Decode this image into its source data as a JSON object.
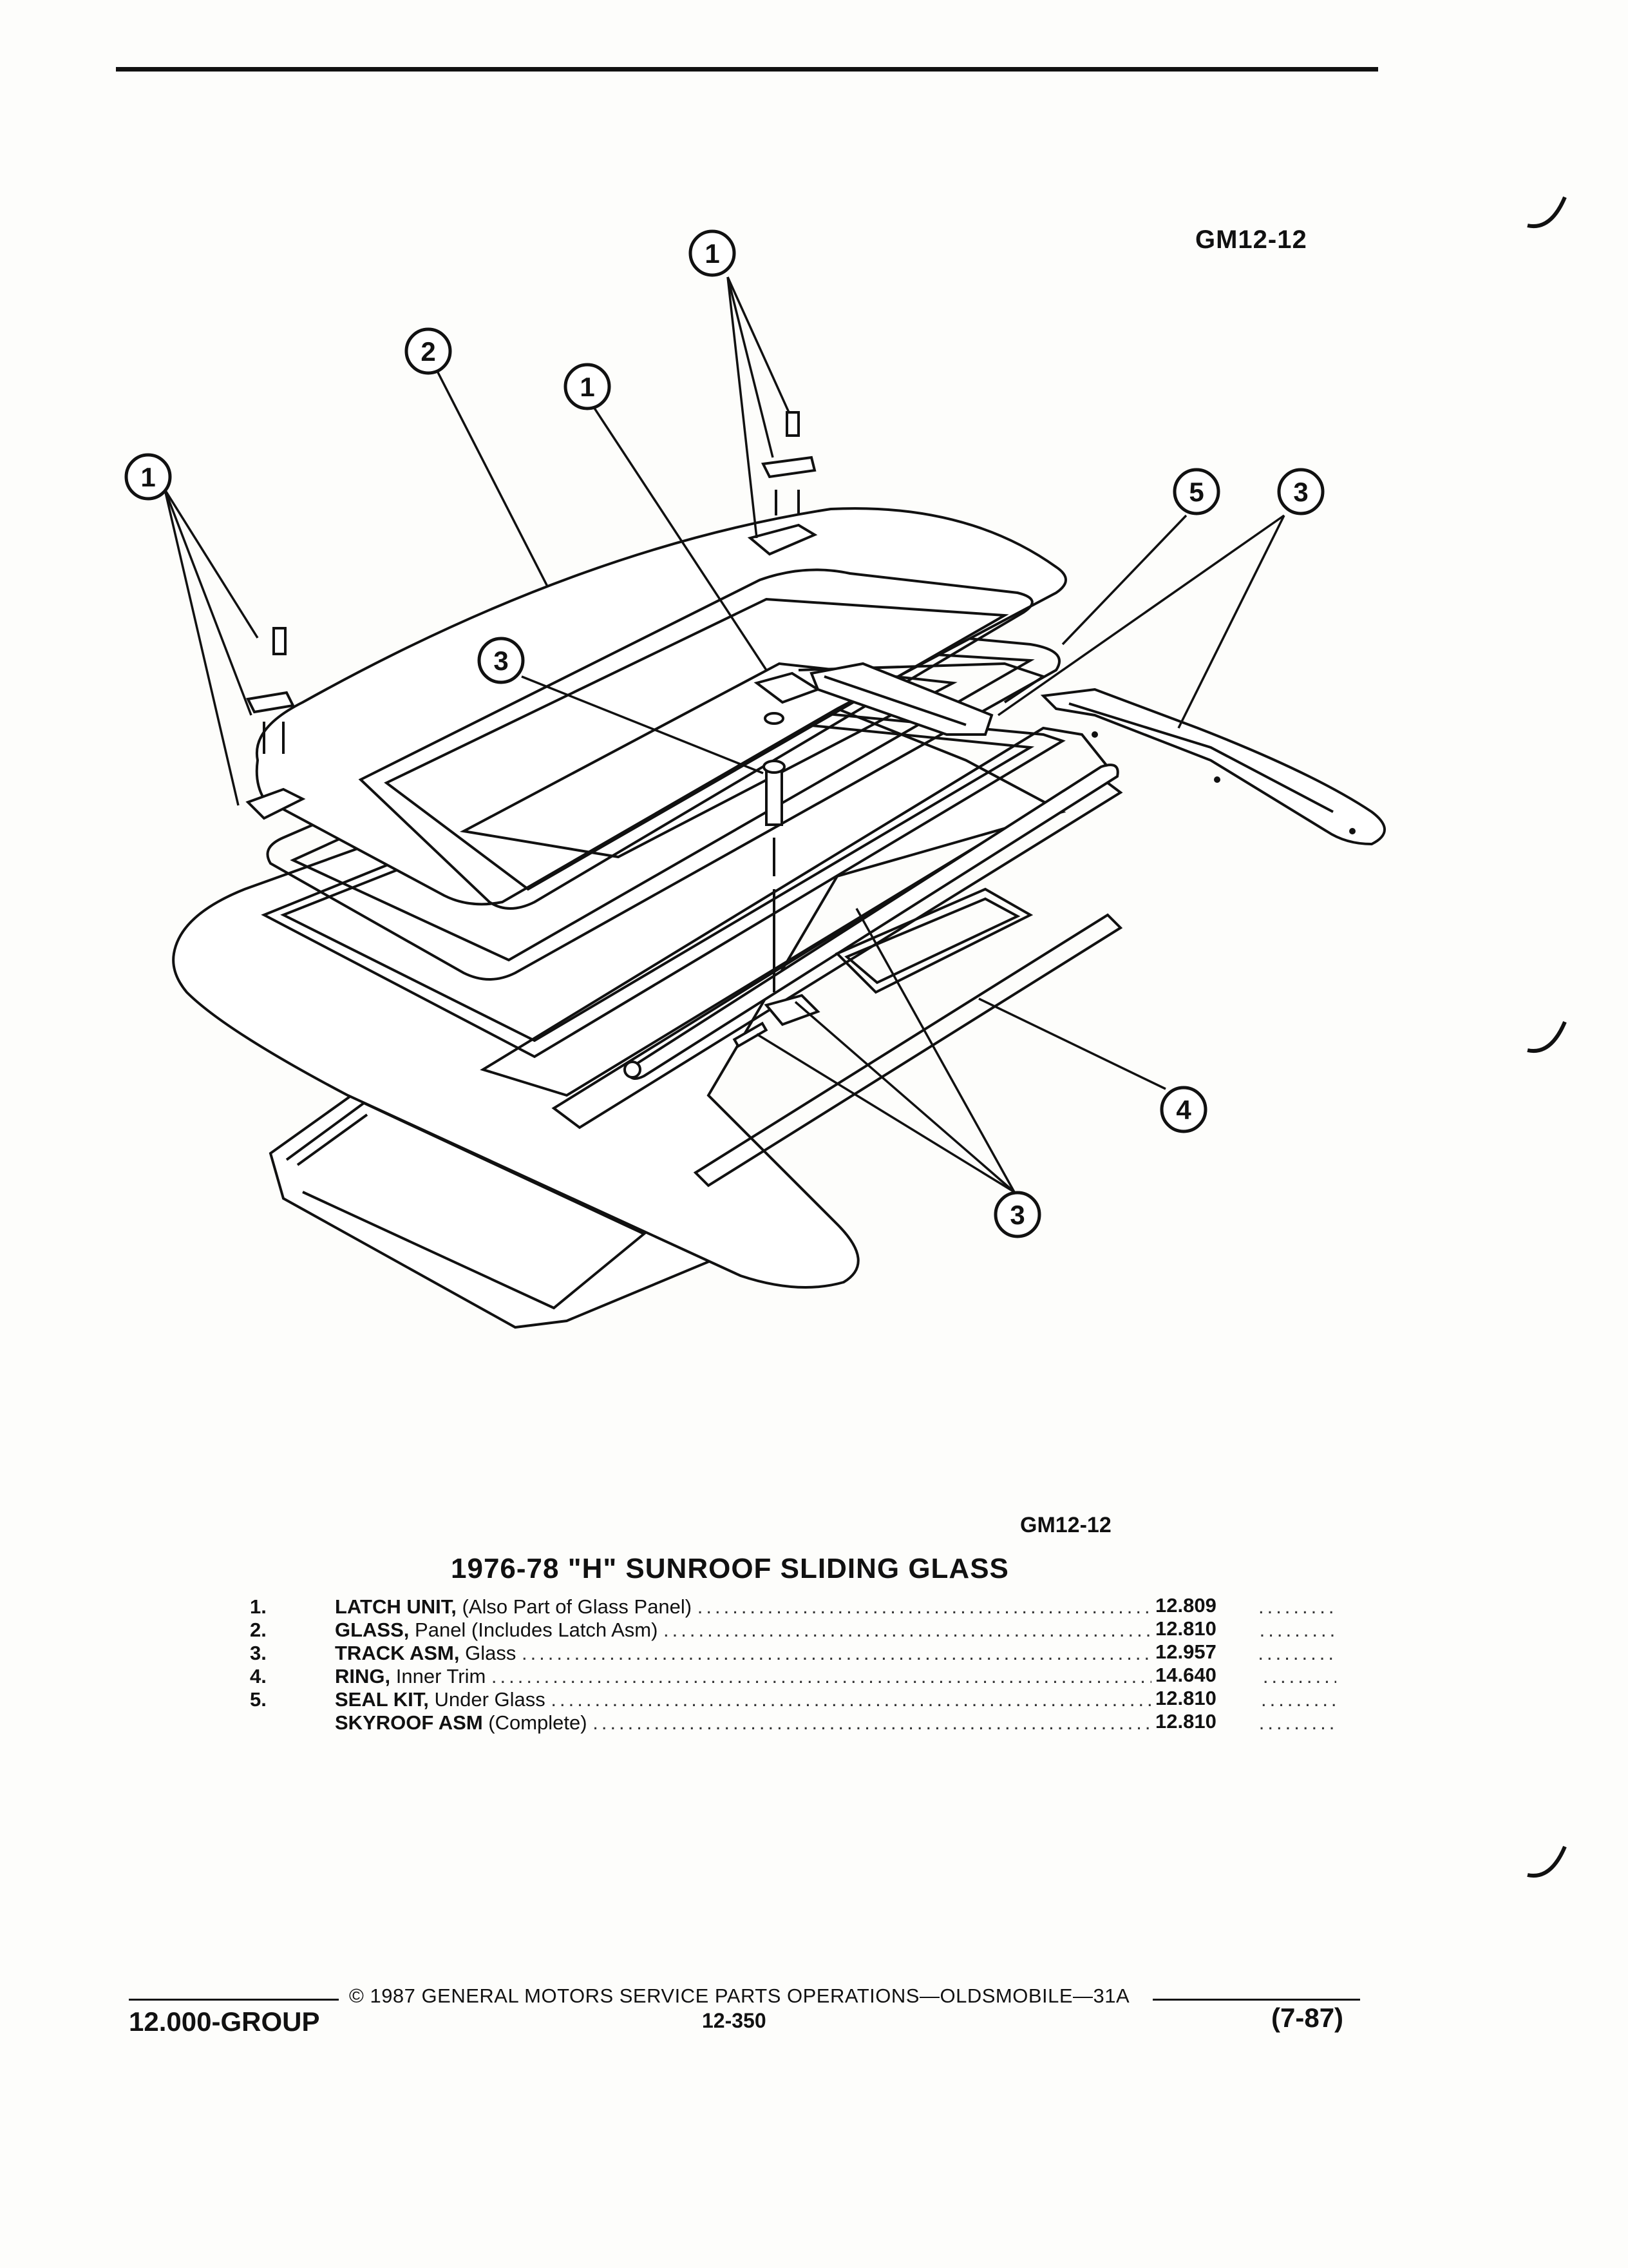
{
  "figure": {
    "code_top": "GM12-12",
    "code_bottom": "GM12-12",
    "callouts": [
      {
        "id": "callout-1-left",
        "label": "1"
      },
      {
        "id": "callout-2",
        "label": "2"
      },
      {
        "id": "callout-1-center",
        "label": "1"
      },
      {
        "id": "callout-1-top",
        "label": "1"
      },
      {
        "id": "callout-5",
        "label": "5"
      },
      {
        "id": "callout-3-right",
        "label": "3"
      },
      {
        "id": "callout-3-center",
        "label": "3"
      },
      {
        "id": "callout-4",
        "label": "4"
      },
      {
        "id": "callout-3-bottom",
        "label": "3"
      }
    ]
  },
  "parts_table": {
    "title": "1976-78 \"H\" SUNROOF SLIDING GLASS",
    "rows": [
      {
        "num": "1.",
        "name": "LATCH UNIT,",
        "detail": "(Also Part of Glass Panel)",
        "code": "12.809"
      },
      {
        "num": "2.",
        "name": "GLASS,",
        "detail": "Panel (Includes Latch Asm)",
        "code": "12.810"
      },
      {
        "num": "3.",
        "name": "TRACK ASM,",
        "detail": "Glass",
        "code": "12.957"
      },
      {
        "num": "4.",
        "name": "RING,",
        "detail": "Inner Trim",
        "code": "14.640"
      },
      {
        "num": "5.",
        "name": "SEAL KIT,",
        "detail": "Under Glass",
        "code": "12.810"
      },
      {
        "num": "",
        "name": "SKYROOF ASM",
        "detail": "(Complete)",
        "code": "12.810"
      }
    ]
  },
  "footer": {
    "copyright": "© 1987 GENERAL MOTORS SERVICE PARTS OPERATIONS—OLDSMOBILE—31A",
    "group": "12.000-GROUP",
    "page_number": "12-350",
    "date": "(7-87)"
  }
}
